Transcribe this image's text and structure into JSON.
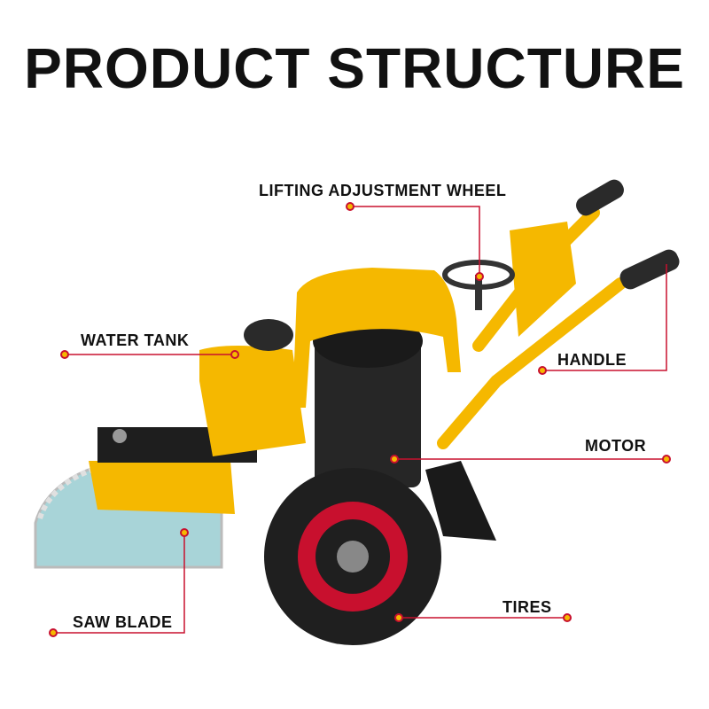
{
  "title": "PRODUCT STRUCTURE",
  "labels": {
    "lifting_wheel": "LIFTING ADJUSTMENT WHEEL",
    "water_tank": "WATER TANK",
    "handle": "HANDLE",
    "motor": "MOTOR",
    "tires": "TIRES",
    "saw_blade": "SAW BLADE"
  },
  "colors": {
    "accent": "#f5b800",
    "leader_line": "#c8102e",
    "dot_fill": "#f5b800",
    "dot_ring": "#c8102e"
  }
}
